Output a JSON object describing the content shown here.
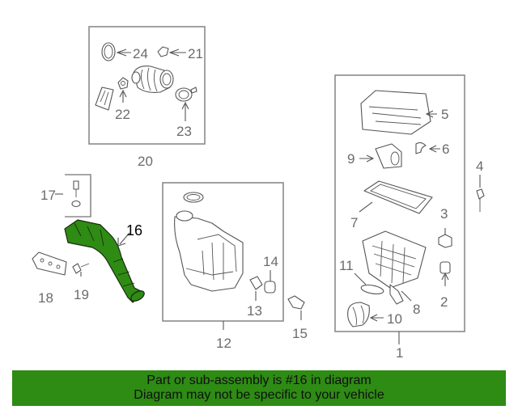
{
  "callouts": {
    "c1": "1",
    "c2": "2",
    "c3": "3",
    "c4": "4",
    "c5": "5",
    "c6": "6",
    "c7": "7",
    "c8": "8",
    "c9": "9",
    "c10": "10",
    "c11": "11",
    "c12": "12",
    "c13": "13",
    "c14": "14",
    "c15": "15",
    "c16": "16",
    "c17": "17",
    "c18": "18",
    "c19": "19",
    "c20": "20",
    "c21": "21",
    "c22": "22",
    "c23": "23",
    "c24": "24"
  },
  "highlight": {
    "part_number": "16",
    "color": "#2e8b14"
  },
  "banner": {
    "line1": "Part or sub-assembly is #16 in diagram",
    "line2": "Diagram may not be specific to your vehicle",
    "color": "#2e8b14"
  }
}
